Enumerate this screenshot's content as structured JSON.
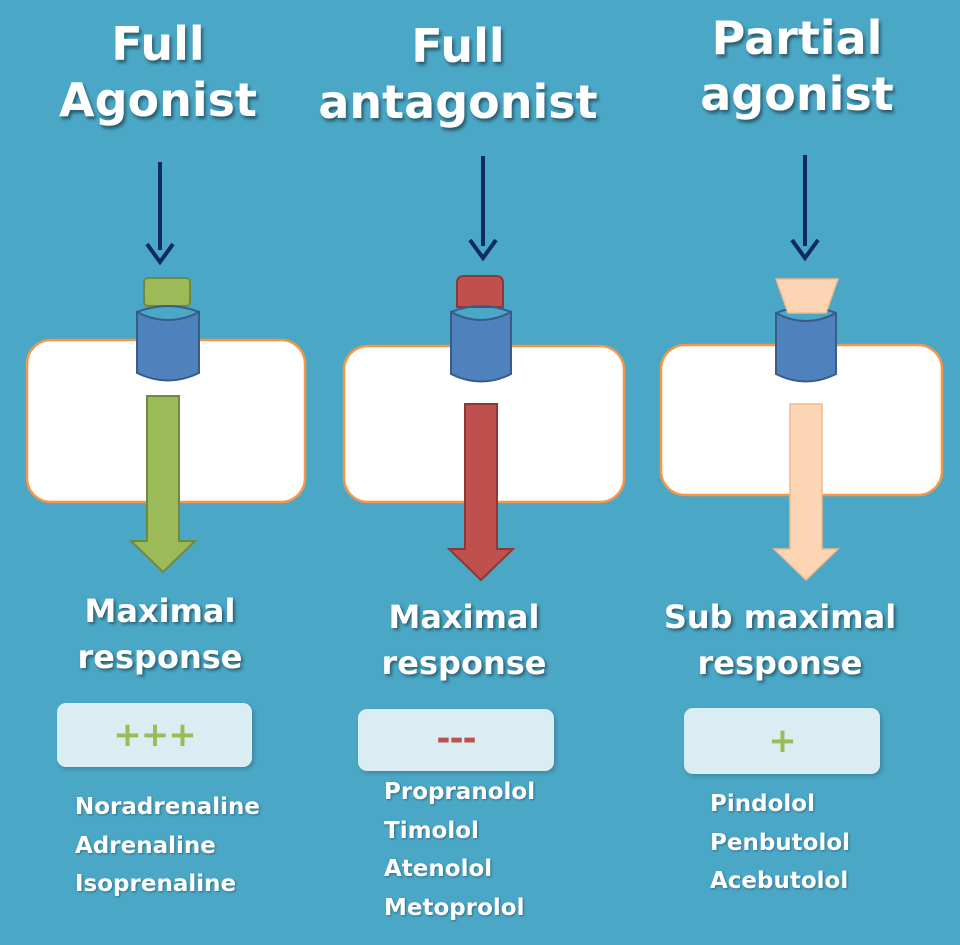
{
  "colors": {
    "background": "#4aa7c6",
    "full_agonist": "#9bbb59",
    "full_antagonist": "#c0504d",
    "partial_agonist": "#fcd5b5",
    "receptor": "#4f81bd",
    "cell_border": "#f79646",
    "arrow_dark": "#0d2a66",
    "sign_box": "#d9edf3"
  },
  "columns": [
    {
      "id": "full-agonist",
      "title": [
        "Full",
        "Agonist"
      ],
      "ligand_icon": "rounded-rectangle-ligand",
      "response": [
        "Maximal",
        "response"
      ],
      "sign": "+++",
      "sign_color": "#9bbb59",
      "drugs": [
        "Noradrenaline",
        "Adrenaline",
        "Isoprenaline"
      ]
    },
    {
      "id": "full-antagonist",
      "title": [
        "Full",
        "antagonist"
      ],
      "ligand_icon": "tab-shaped-ligand",
      "response": [
        "Maximal",
        "response"
      ],
      "sign": "---",
      "sign_color": "#c0504d",
      "drugs": [
        "Propranolol",
        "Timolol",
        "Atenolol",
        "Metoprolol"
      ]
    },
    {
      "id": "partial-agonist",
      "title": [
        "Partial",
        "agonist"
      ],
      "ligand_icon": "trapezoid-ligand",
      "response": [
        "Sub maximal",
        "response"
      ],
      "sign": "+",
      "sign_color": "#9bbb59",
      "drugs": [
        "Pindolol",
        "Penbutolol",
        "Acebutolol"
      ]
    }
  ]
}
